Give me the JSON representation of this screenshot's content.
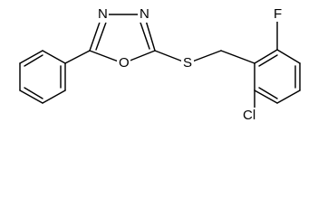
{
  "structure": {
    "atoms": {
      "n1": "N",
      "n2": "N",
      "o": "O",
      "s": "S",
      "f": "F",
      "cl": "Cl"
    },
    "bond_color": "#000000",
    "background": "#ffffff"
  }
}
